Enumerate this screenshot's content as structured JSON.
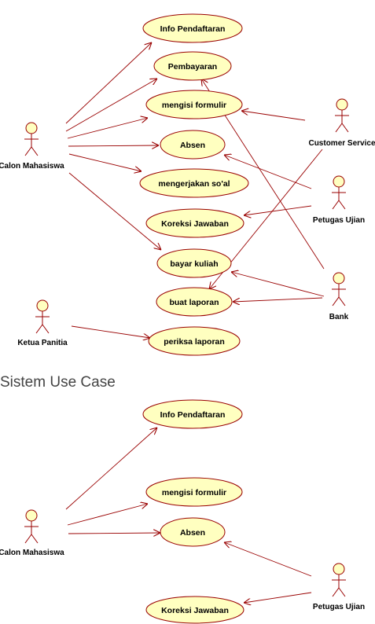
{
  "diagram1": {
    "usecases": [
      {
        "id": "info",
        "label": "Info Pendaftaran"
      },
      {
        "id": "bayar",
        "label": "Pembayaran"
      },
      {
        "id": "formulir",
        "label": "mengisi formulir"
      },
      {
        "id": "absen",
        "label": "Absen"
      },
      {
        "id": "soal",
        "label": "mengerjakan so'al"
      },
      {
        "id": "koreksi",
        "label": "Koreksi Jawaban"
      },
      {
        "id": "kuliah",
        "label": "bayar kuliah"
      },
      {
        "id": "laporan",
        "label": "buat laporan"
      },
      {
        "id": "periksa",
        "label": "periksa laporan"
      }
    ],
    "actors": [
      {
        "id": "calon",
        "label": "Calon Mahasiswa"
      },
      {
        "id": "cs",
        "label": "Customer Service"
      },
      {
        "id": "petugas",
        "label": "Petugas Ujian"
      },
      {
        "id": "bank",
        "label": "Bank"
      },
      {
        "id": "ketua",
        "label": "Ketua Panitia"
      }
    ]
  },
  "section_title": "Sistem Use Case",
  "diagram2": {
    "usecases": [
      {
        "id": "info",
        "label": "Info Pendaftaran"
      },
      {
        "id": "formulir",
        "label": "mengisi formulir"
      },
      {
        "id": "absen",
        "label": "Absen"
      },
      {
        "id": "koreksi",
        "label": "Koreksi Jawaban"
      }
    ],
    "actors": [
      {
        "id": "calon",
        "label": "Calon Mahasiswa"
      },
      {
        "id": "petugas",
        "label": "Petugas Ujian"
      }
    ]
  },
  "colors": {
    "ellipse_fill": "#ffffc0",
    "line": "#990000"
  }
}
